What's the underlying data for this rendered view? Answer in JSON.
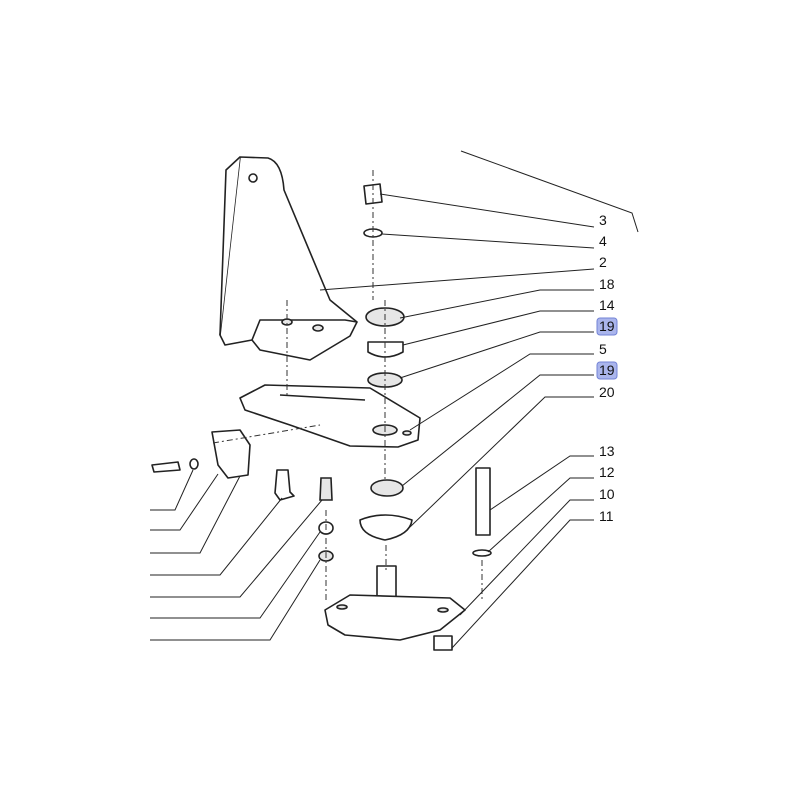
{
  "diagram": {
    "callouts": [
      {
        "id": "c3",
        "number": "3",
        "highlighted": false
      },
      {
        "id": "c4",
        "number": "4",
        "highlighted": false
      },
      {
        "id": "c2",
        "number": "2",
        "highlighted": false
      },
      {
        "id": "c18",
        "number": "18",
        "highlighted": false
      },
      {
        "id": "c14",
        "number": "14",
        "highlighted": false
      },
      {
        "id": "c19a",
        "number": "19",
        "highlighted": true
      },
      {
        "id": "c5",
        "number": "5",
        "highlighted": false
      },
      {
        "id": "c19b",
        "number": "19",
        "highlighted": true
      },
      {
        "id": "c20",
        "number": "20",
        "highlighted": false
      },
      {
        "id": "c13",
        "number": "13",
        "highlighted": false
      },
      {
        "id": "c12",
        "number": "12",
        "highlighted": false
      },
      {
        "id": "c10",
        "number": "10",
        "highlighted": false
      },
      {
        "id": "c11",
        "number": "11",
        "highlighted": false
      }
    ],
    "highlight_color": "#aab5ec"
  }
}
